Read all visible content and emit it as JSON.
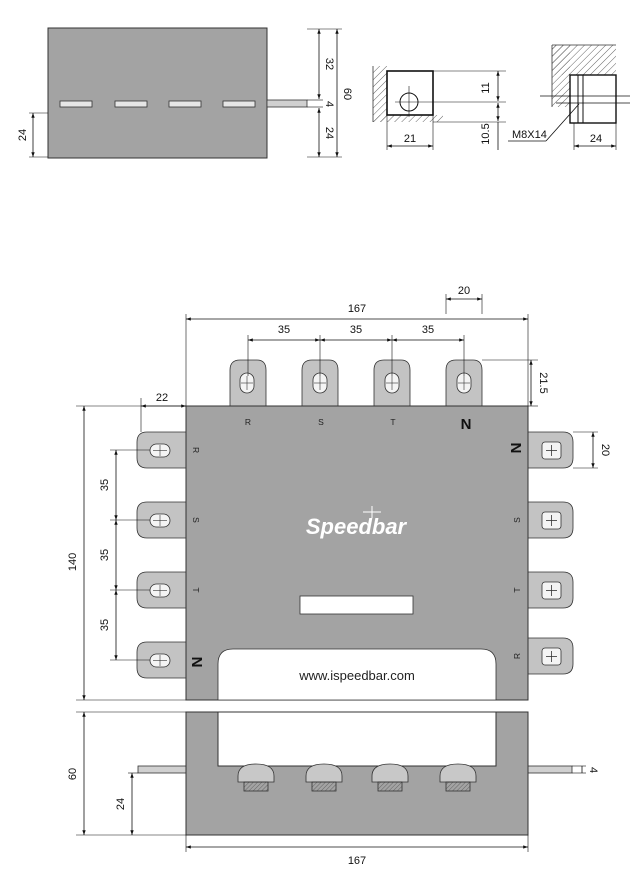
{
  "brand": {
    "name": "Speedbar",
    "website": "www.ispeedbar.com"
  },
  "colors": {
    "body": "#a3a3a3",
    "terminal": "#c3c3c3",
    "outline": "#333333",
    "dimension": "#111111"
  },
  "top_views": {
    "front": {
      "height": "60",
      "upper": "32",
      "lower": "24",
      "left_height": "24",
      "thickness": "4"
    },
    "terminal_section": {
      "height": "11",
      "width": "21",
      "offset": "10.5"
    },
    "side_section": {
      "bolt": "M8X14",
      "width": "24"
    }
  },
  "main_view": {
    "overall_width": "167",
    "overall_height": "140",
    "tab_width": "20",
    "tab_height": "21.5",
    "tab_pitch": "35",
    "side_offset": "22",
    "side_tab_height": "20",
    "top_phase_labels": [
      "R",
      "S",
      "T",
      "N"
    ],
    "left_phase_labels": [
      "R",
      "S",
      "T",
      "N"
    ],
    "right_phase_labels": [
      "N",
      "S",
      "T",
      "R"
    ]
  },
  "bottom_view": {
    "height": "60",
    "inner_height": "24",
    "thickness": "4",
    "width": "167"
  }
}
